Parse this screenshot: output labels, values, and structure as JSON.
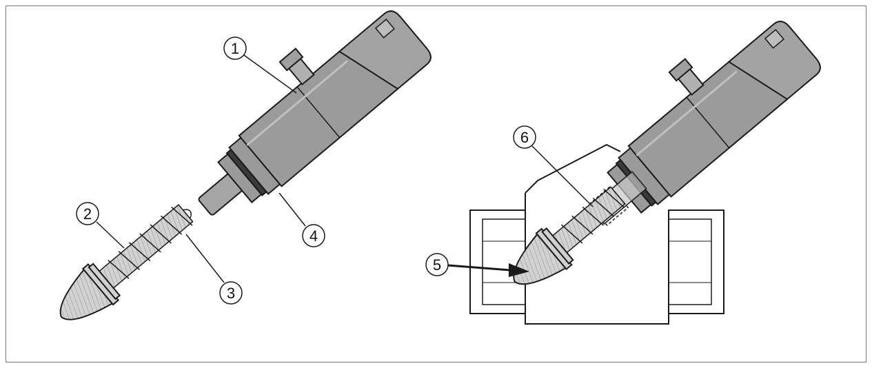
{
  "colors": {
    "sensor_body": "#9b9b9b",
    "sensor_dark": "#7a7a7a",
    "spring_gray": "#c8c8c8",
    "line": "#1a1a1a",
    "white": "#ffffff"
  },
  "callouts": [
    {
      "id": "1",
      "label": "1"
    },
    {
      "id": "2",
      "label": "2"
    },
    {
      "id": "3",
      "label": "3"
    },
    {
      "id": "4",
      "label": "4"
    },
    {
      "id": "5",
      "label": "5"
    },
    {
      "id": "6",
      "label": "6"
    }
  ]
}
